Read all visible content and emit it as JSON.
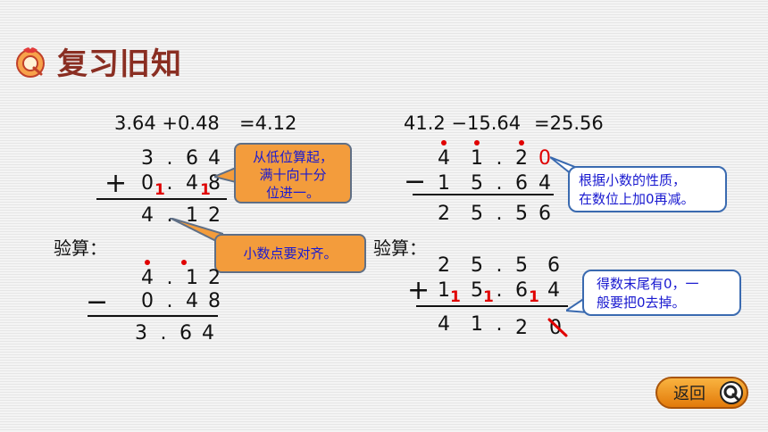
{
  "header": {
    "title": "复习旧知"
  },
  "left": {
    "equation": "3.64 +0.48",
    "equation_result": "=4.12",
    "calc": {
      "row1": [
        "3",
        ".",
        "6",
        "4"
      ],
      "op": "+",
      "row2": [
        "0",
        ".",
        "4",
        "8"
      ],
      "carry_a": "1",
      "carry_b": "1",
      "result": [
        "4",
        ".",
        "1",
        "2"
      ]
    },
    "callout_top": [
      "从低位算起，",
      "满十向十分",
      "位进一。"
    ],
    "callout_mid": "小数点要对齐。",
    "check_label": "验算：",
    "check": {
      "row1": [
        "4",
        ".",
        "1",
        "2"
      ],
      "op": "−",
      "row2": [
        "0",
        ".",
        "4",
        "8"
      ],
      "result": [
        "3",
        ".",
        "6",
        "4"
      ]
    }
  },
  "right": {
    "equation": "41.2 −15.64",
    "equation_result": "=25.56",
    "calc": {
      "row1": [
        "4",
        "1",
        ".",
        "2",
        "0"
      ],
      "op": "−",
      "row2": [
        "1",
        "5",
        ".",
        "6",
        "4"
      ],
      "result": [
        "2",
        "5",
        ".",
        "5",
        "6"
      ]
    },
    "callout_top": [
      "根据小数的性质，",
      "在数位上加0再减。"
    ],
    "check_label": "验算：",
    "check": {
      "row1": [
        "2",
        "5",
        ".",
        "5",
        "6"
      ],
      "op": "+",
      "row2": [
        "1",
        "5",
        ".",
        "6",
        "4"
      ],
      "carry_a": "1",
      "carry_b": "1",
      "carry_c": "1",
      "result": [
        "4",
        "1",
        ".",
        "2",
        "0"
      ]
    },
    "callout_bottom": [
      "得数末尾有0，一",
      "般要把0去掉。"
    ]
  },
  "nav": {
    "back_label": "返回"
  },
  "colors": {
    "title": "#8a2e22",
    "callout_text": "#1a1ad0",
    "carry": "#e00000",
    "callout_orange": "#f39c3c",
    "callout_border": "#3a6ab0"
  },
  "icons": {
    "logo": "q-logo-icon",
    "back": "q-circle-icon"
  }
}
